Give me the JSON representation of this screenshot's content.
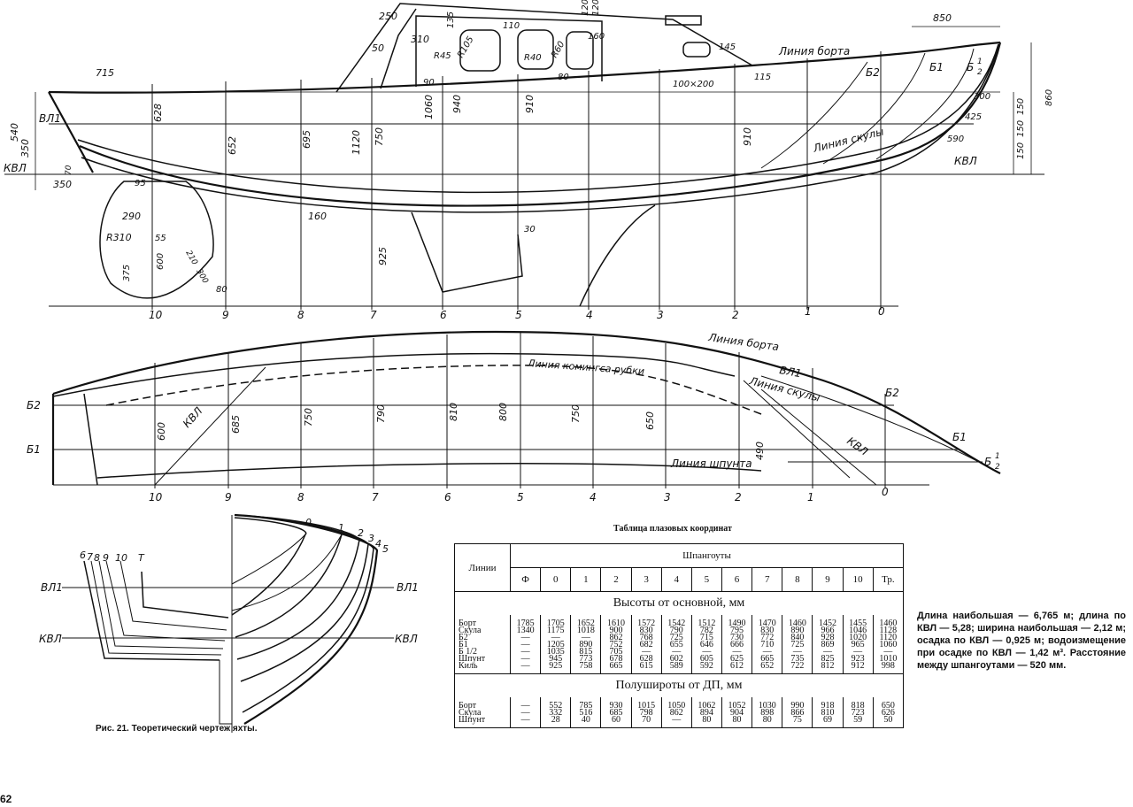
{
  "profile": {
    "labels": {
      "liniya_borta": "Линия борта",
      "liniya_skuly": "Линия скулы",
      "kvl": "КВЛ",
      "vl1": "ВЛ1",
      "b2": "Б2",
      "b1": "Б1",
      "b_half_b": "Б",
      "b_half_num": "1",
      "b_half_den": "2"
    },
    "dimensions": [
      "250",
      "310",
      "135",
      "120",
      "120",
      "110",
      "50",
      "R45",
      "R105",
      "R40",
      "R60",
      "160",
      "145",
      "850",
      "715",
      "628",
      "652",
      "695",
      "1120",
      "750",
      "1060",
      "940",
      "910",
      "910",
      "90",
      "80",
      "100×200",
      "115",
      "300",
      "425",
      "590",
      "860",
      "150",
      "150",
      "150",
      "540",
      "350",
      "70",
      "350",
      "95",
      "290",
      "R310",
      "55",
      "375",
      "600",
      "210",
      "300",
      "80",
      "160",
      "925",
      "30"
    ],
    "stations": [
      "10",
      "9",
      "8",
      "7",
      "6",
      "5",
      "4",
      "3",
      "2",
      "1",
      "0"
    ]
  },
  "plan": {
    "labels": {
      "liniya_borta": "Линия борта",
      "liniya_komingsa": "Линия комингса рубки",
      "vl1": "ВЛ1",
      "liniya_skuly": "Линия скулы",
      "kvl_a": "КВЛ",
      "kvl_b": "КВЛ",
      "liniya_shpunta": "Линия шпунта",
      "b2_left": "Б2",
      "b1_left": "Б1",
      "b2_right": "Б2",
      "b1_right": "Б1",
      "b_half_b": "Б",
      "b_half_num": "1",
      "b_half_den": "2"
    },
    "dimensions": [
      "600",
      "685",
      "750",
      "790",
      "810",
      "800",
      "750",
      "650",
      "490"
    ],
    "stations": [
      "10",
      "9",
      "8",
      "7",
      "6",
      "5",
      "4",
      "3",
      "2",
      "1",
      "0"
    ]
  },
  "body_plan": {
    "labels": {
      "vl1_left": "ВЛ1",
      "vl1_right": "ВЛ1",
      "kvl_left": "КВЛ",
      "kvl_right": "КВЛ"
    },
    "stations_aft": [
      "6",
      "7",
      "8",
      "9",
      "10",
      "Т"
    ],
    "stations_fwd": [
      "0",
      "1",
      "2",
      "3",
      "4",
      "5"
    ]
  },
  "table": {
    "title": "Таблица плазовых координат",
    "lines_header": "Линии",
    "frames_header": "Шпангоуты",
    "columns": [
      "Ф",
      "0",
      "1",
      "2",
      "3",
      "4",
      "5",
      "6",
      "7",
      "8",
      "9",
      "10",
      "Тр."
    ],
    "section_heights": "Высоты от основной, мм",
    "heights": [
      {
        "name": "Борт",
        "values": [
          "1785",
          "1705",
          "1652",
          "1610",
          "1572",
          "1542",
          "1512",
          "1490",
          "1470",
          "1460",
          "1452",
          "1455",
          "1460"
        ]
      },
      {
        "name": "Скула",
        "values": [
          "1340",
          "1175",
          "1018",
          "900",
          "830",
          "790",
          "782",
          "795",
          "830",
          "890",
          "966",
          "1046",
          "1128"
        ]
      },
      {
        "name": "Б2",
        "values": [
          "—",
          "—",
          "—",
          "862",
          "768",
          "725",
          "715",
          "730",
          "772",
          "840",
          "928",
          "1020",
          "1120"
        ]
      },
      {
        "name": "Б1",
        "values": [
          "—",
          "1205",
          "890",
          "752",
          "682",
          "655",
          "646",
          "666",
          "710",
          "725",
          "869",
          "965",
          "1060"
        ]
      },
      {
        "name": "Б 1/2",
        "values": [
          "—",
          "1035",
          "815",
          "705",
          "—",
          "—",
          "—",
          "—",
          "—",
          "—",
          "—",
          "—",
          "—"
        ]
      },
      {
        "name": "Шпунт",
        "values": [
          "—",
          "945",
          "773",
          "678",
          "628",
          "602",
          "605",
          "625",
          "665",
          "735",
          "825",
          "923",
          "1010"
        ]
      },
      {
        "name": "Киль",
        "values": [
          "—",
          "925",
          "758",
          "665",
          "615",
          "589",
          "592",
          "612",
          "652",
          "722",
          "812",
          "912",
          "998"
        ]
      }
    ],
    "section_halfbreadths": "Полуширoты от ДП, мм",
    "halfbreadths": [
      {
        "name": "Борт",
        "values": [
          "—",
          "552",
          "785",
          "930",
          "1015",
          "1050",
          "1062",
          "1052",
          "1030",
          "990",
          "918",
          "818",
          "650"
        ]
      },
      {
        "name": "Скула",
        "values": [
          "—",
          "332",
          "516",
          "685",
          "798",
          "862",
          "894",
          "904",
          "898",
          "866",
          "810",
          "723",
          "626"
        ]
      },
      {
        "name": "Шпунт",
        "values": [
          "—",
          "28",
          "40",
          "60",
          "70",
          "—",
          "80",
          "80",
          "80",
          "75",
          "69",
          "59",
          "50"
        ]
      }
    ]
  },
  "caption": "Рис. 21. Теоретический чертеж яхты.",
  "specs": "Длина наибольшая — 6,765 м; длина по КВЛ — 5,28; ширина наибольшая — 2,12 м; осадка по КВЛ — 0,925 м; водоизмещение при осадке по КВЛ — 1,42 м³. Расстояние между шпангоутами — 520 мм.",
  "page_number": "62"
}
